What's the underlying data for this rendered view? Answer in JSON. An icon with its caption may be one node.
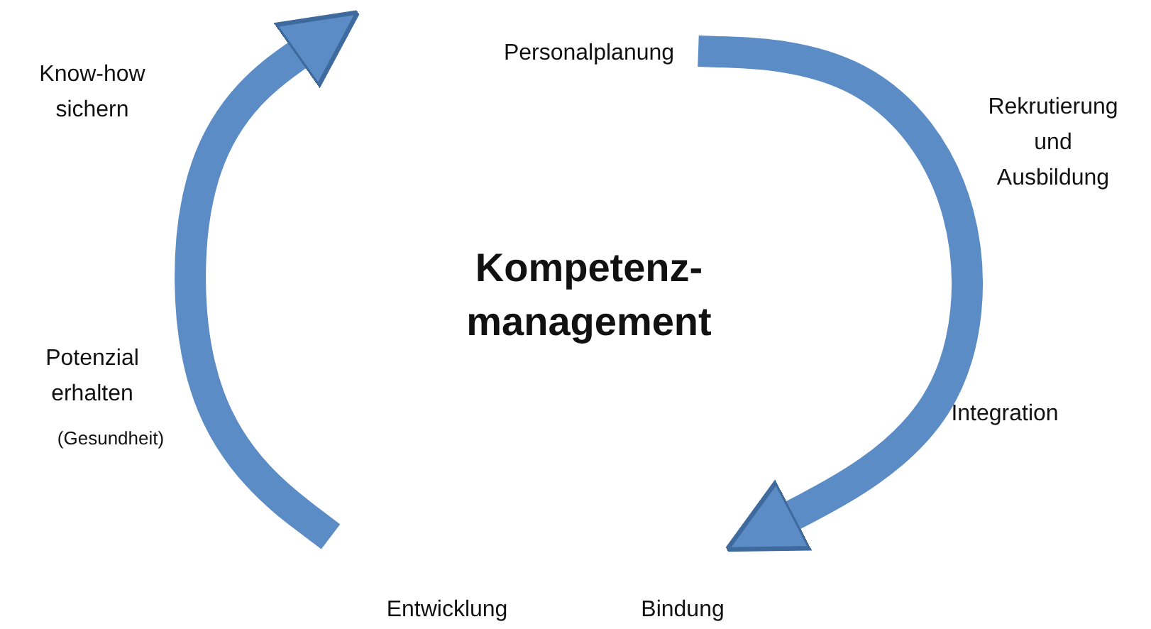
{
  "diagram": {
    "title": "Kompetenz- management",
    "nodes": [
      {
        "text": [
          "Personalplanung"
        ]
      },
      {
        "text": [
          "Bindung"
        ]
      },
      {
        "text": [
          "Entwicklung"
        ]
      }
    ],
    "edges": [
      {
        "from": 0,
        "to": 1,
        "arrow": "to"
      },
      {
        "from": 2,
        "to": 0,
        "arrow": "to"
      }
    ],
    "labels": [
      "Know-how sichern",
      "Rekrutierung und Ausbildung",
      "Potenzial erhalten",
      "(Gesundheit)",
      "Integration"
    ]
  }
}
